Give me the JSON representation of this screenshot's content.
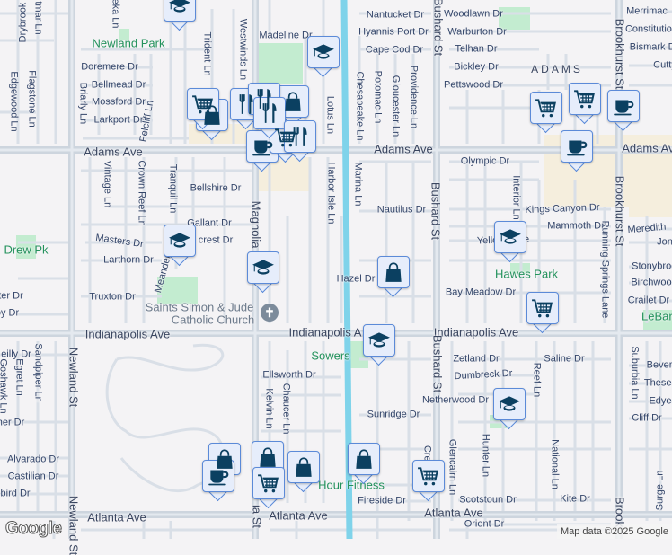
{
  "map": {
    "attribution": "Map data ©2025 Google",
    "logo": "Google",
    "colors": {
      "background": "#f4f3f5",
      "minor_road": "#d9dfe7",
      "major_road": "#cdd5de",
      "canal": "#7fd3ea",
      "park": "#c3ecd0",
      "commercial": "#f5eedd",
      "marker_fill": "#e6edfb",
      "marker_border": "#5b8ad8",
      "marker_icon": "#0b4061"
    },
    "church_icon": "cross-icon",
    "labels": [
      "Newland Park",
      "Madeline Dr",
      "Doremere Dr",
      "Bellmead Dr",
      "Mossford Dr",
      "Larkport Dr",
      "Adams Ave",
      "Adams Ave",
      "Adams Ave",
      "Bellshire Dr",
      "Gallant Dr",
      "crest Dr",
      "Masters Dr",
      "Larthorn Dr",
      "Drew Pk",
      "Truxton Dr",
      "ter Dr",
      "oy Dr",
      "Saints Simon & Jude",
      "Catholic Church",
      "Indianapolis Ave",
      "Indianapolis A",
      "Indianapolis Ave",
      "eilly Dr",
      "Sandpiper Ln",
      "Egret Ln",
      "Goshawk Ln",
      "Newland St",
      "her Dr",
      "Alvarado Dr",
      "Castilian Dr",
      "ebird Dr",
      "Atlanta Ave",
      "Atlanta Ave",
      "Atlanta Ave",
      "Ellsworth Dr",
      "Kelvin Ln",
      "Chaucer Ln",
      "Hour Fitness",
      "Sowers",
      "Fireside Dr",
      "Scotstoun Dr",
      "Kite Dr",
      "Orient Dr",
      "Sunridge Dr",
      "Zetland Dr",
      "Dumbreck Dr",
      "Netherwood Dr",
      "Bushard St",
      "Bushard St",
      "Crestview",
      "Glencairn Ln",
      "Hunter Ln",
      "National Ln",
      "Reef Ln",
      "Saline Dr",
      "Bay Meadow Dr",
      "Hazel Dr",
      "Hawes Park",
      "Yellowstone",
      "Crailet Dr",
      "Birchwood",
      "Stonybrook",
      "Jon",
      "Meredith",
      "Kings Canyon Dr",
      "Mammoth Dr",
      "Running Springs Lane",
      "Interior Ln",
      "Nautilus Dr",
      "Marina Ln",
      "Olympic Dr",
      "Chesapeake Ln",
      "Potomac Ln",
      "Gloucester Ln",
      "Providence Ln",
      "Pettswood Dr",
      "Bickley Dr",
      "Telhan Dr",
      "Warburton Dr",
      "Woodlawn Dr",
      "Nantucket Dr",
      "Hyannis Port Dr",
      "Cape Cod Dr",
      "ADAMS",
      "Merrimac",
      "Constitution",
      "Bismark Dr",
      "Cutty",
      "Brookhurst St",
      "Brookhurst St",
      "Brook",
      "LeBard",
      "Beverly",
      "Theseus",
      "Edye",
      "Cliff Dr",
      "Suburbia Ln",
      "Surge Ln",
      "Lotus Ln",
      "Harbor Isle Ln",
      "Magnolia St",
      "Westwinds Ln",
      "Trident Ln",
      "eka Ln",
      "Drybrook",
      "tmar Ln",
      "Flagstone Ln",
      "Edgewood Ln",
      "Briarly Ln",
      "Felcliff Ln",
      "Vintage Ln",
      "Crown Reef Ln",
      "Tranquil Ln",
      "Meander",
      "Newland St",
      "ia St",
      "Bushard St"
    ],
    "markers": [
      {
        "type": "school"
      },
      {
        "type": "school"
      },
      {
        "type": "school"
      },
      {
        "type": "school"
      },
      {
        "type": "school"
      },
      {
        "type": "school"
      },
      {
        "type": "school"
      },
      {
        "type": "shopping-bag"
      },
      {
        "type": "shopping-bag"
      },
      {
        "type": "shopping-bag"
      },
      {
        "type": "shopping-bag"
      },
      {
        "type": "shopping-bag"
      },
      {
        "type": "shopping-bag"
      },
      {
        "type": "shopping-bag"
      },
      {
        "type": "cafe"
      },
      {
        "type": "cafe"
      },
      {
        "type": "cafe"
      },
      {
        "type": "cafe"
      },
      {
        "type": "grocery-cart"
      },
      {
        "type": "grocery-cart"
      },
      {
        "type": "grocery-cart"
      },
      {
        "type": "grocery-cart"
      },
      {
        "type": "grocery-cart"
      },
      {
        "type": "grocery-cart"
      },
      {
        "type": "grocery-cart"
      },
      {
        "type": "restaurant"
      },
      {
        "type": "restaurant"
      },
      {
        "type": "restaurant"
      },
      {
        "type": "restaurant"
      }
    ]
  }
}
